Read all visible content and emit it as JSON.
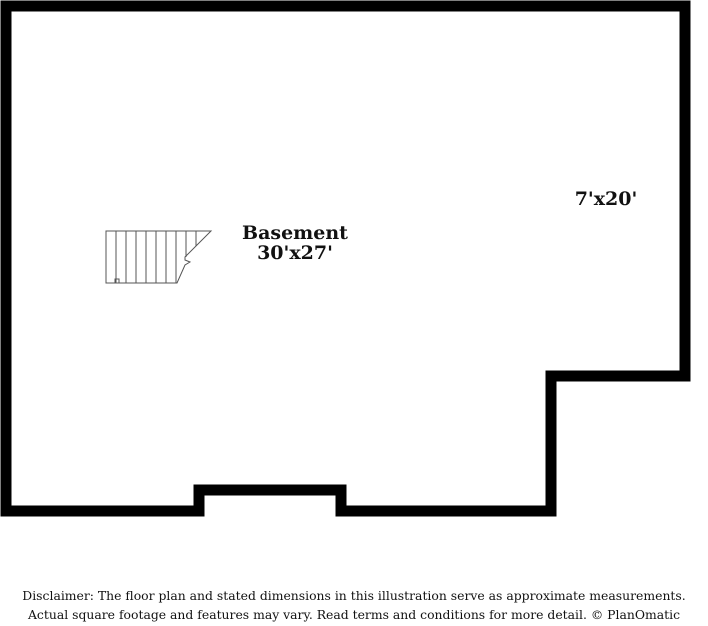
{
  "rooms": {
    "basement": {
      "name": "Basement",
      "dimensions": "30'x27'"
    },
    "alcove": {
      "dimensions": "7'x20'"
    }
  },
  "disclaimer": {
    "line1": "Disclaimer: The floor plan and stated dimensions in this illustration serve as approximate measurements.",
    "line2": "Actual square footage and features may vary. Read terms and conditions for more detail. © PlanOmatic"
  },
  "colors": {
    "wall": "#000000",
    "stairs": "#555555",
    "background": "#ffffff",
    "text": "#111111"
  }
}
